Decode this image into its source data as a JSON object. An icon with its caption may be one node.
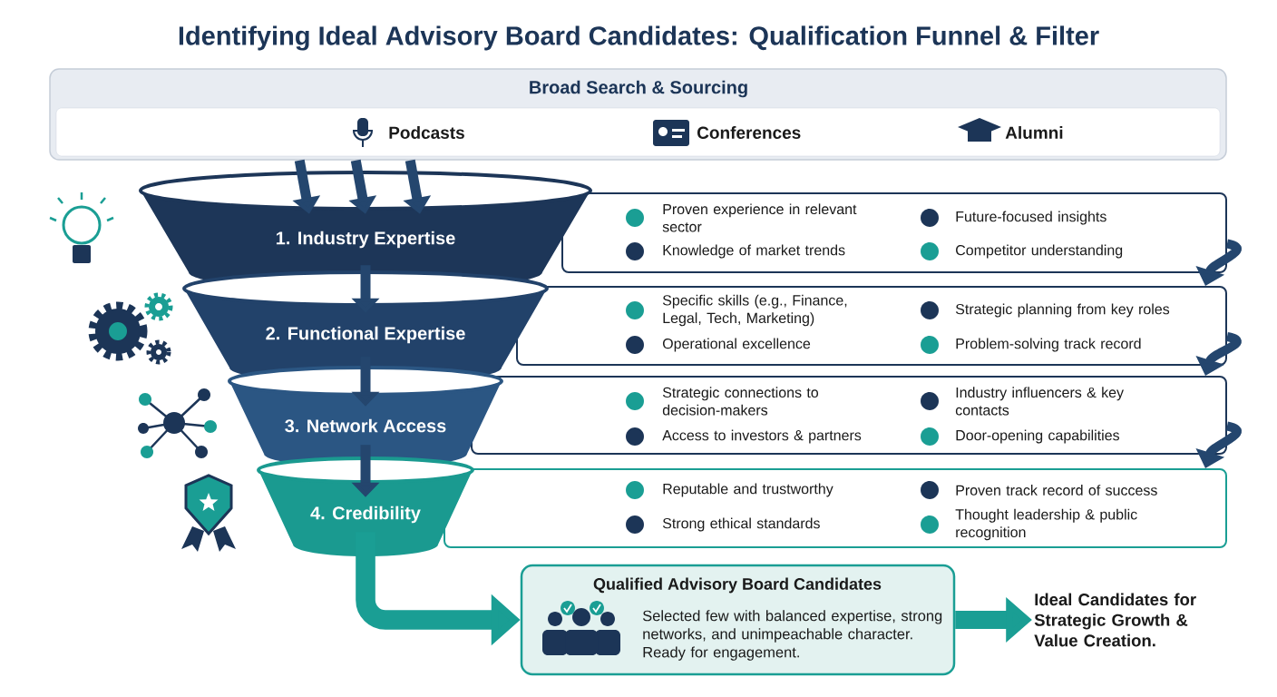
{
  "diagram": {
    "title": "Identifying Ideal Advisory Board Candidates: Qualification Funnel & Filter",
    "nodes": [
      {
        "text": [
          "Broad Search & Sourcing"
        ]
      },
      {
        "text": [
          "1. Industry Expertise"
        ]
      },
      {
        "text": [
          "Proven experience in relevant sector",
          "Future-focused insights",
          "Knowledge of market trends",
          "Competitor understanding"
        ]
      },
      {
        "text": [
          "2. Functional Expertise"
        ]
      },
      {
        "text": [
          "Specific skills (e.g., Finance, Legal, Tech, Marketing)",
          "Strategic planning from key roles",
          "Operational excellence",
          "Problem-solving track record"
        ]
      },
      {
        "text": [
          "3. Network Access"
        ]
      },
      {
        "text": [
          "Strategic connections to decision-makers",
          "Industry influencers & key contacts",
          "Access to investors & partners",
          "Door-opening capabilities"
        ]
      },
      {
        "text": [
          "4. Credibility"
        ]
      },
      {
        "text": [
          "Reputable and trustworthy",
          "Proven track record of success",
          "Strong ethical standards",
          "Thought leadership & public recognition"
        ]
      },
      {
        "text": [
          "Qualified Advisory Board Candidates",
          "Selected few with balanced expertise, strong networks, and unimpeachable character. Ready for engagement."
        ]
      },
      {
        "text": [
          "Ideal Candidates for Strategic Growth & Value Creation."
        ]
      }
    ],
    "edges": [
      {
        "from": 0,
        "to": 1,
        "arrow": "to"
      },
      {
        "from": 0,
        "to": 1,
        "arrow": "to"
      },
      {
        "from": 0,
        "to": 1,
        "arrow": "to"
      },
      {
        "from": 1,
        "to": 3,
        "arrow": "to"
      },
      {
        "from": 3,
        "to": 5,
        "arrow": "to"
      },
      {
        "from": 5,
        "to": 7,
        "arrow": "to"
      },
      {
        "from": 2,
        "to": 4,
        "arrow": "to"
      },
      {
        "from": 4,
        "to": 6,
        "arrow": "to"
      },
      {
        "from": 6,
        "to": 8,
        "arrow": "to"
      },
      {
        "from": 7,
        "to": 9,
        "arrow": "to",
        "style": "thick",
        "color": "#1a9e94"
      },
      {
        "from": 9,
        "to": 10,
        "arrow": "to",
        "style": "thick",
        "color": "#1a9e94"
      }
    ],
    "labels": [
      "Podcasts",
      "Conferences",
      "Alumni"
    ]
  }
}
